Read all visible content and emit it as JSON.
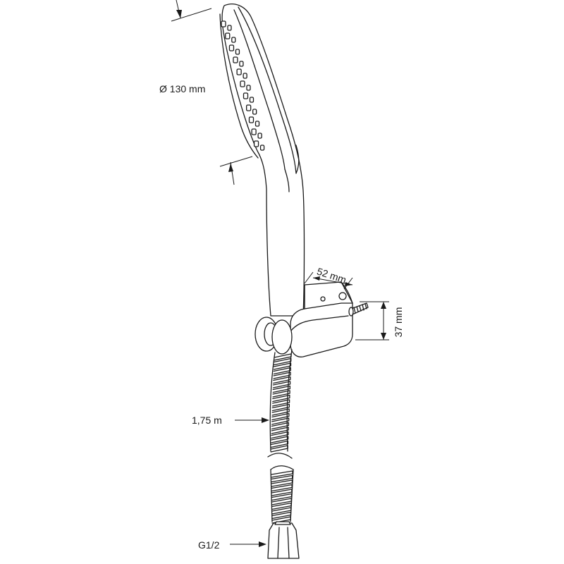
{
  "labels": {
    "diameter": "Ø 130 mm",
    "holder_width": "52 mm",
    "holder_height": "37 mm",
    "hose_length": "1,75 m",
    "thread": "G1/2"
  },
  "colors": {
    "line": "#1a1a1a",
    "background": "#ffffff"
  }
}
